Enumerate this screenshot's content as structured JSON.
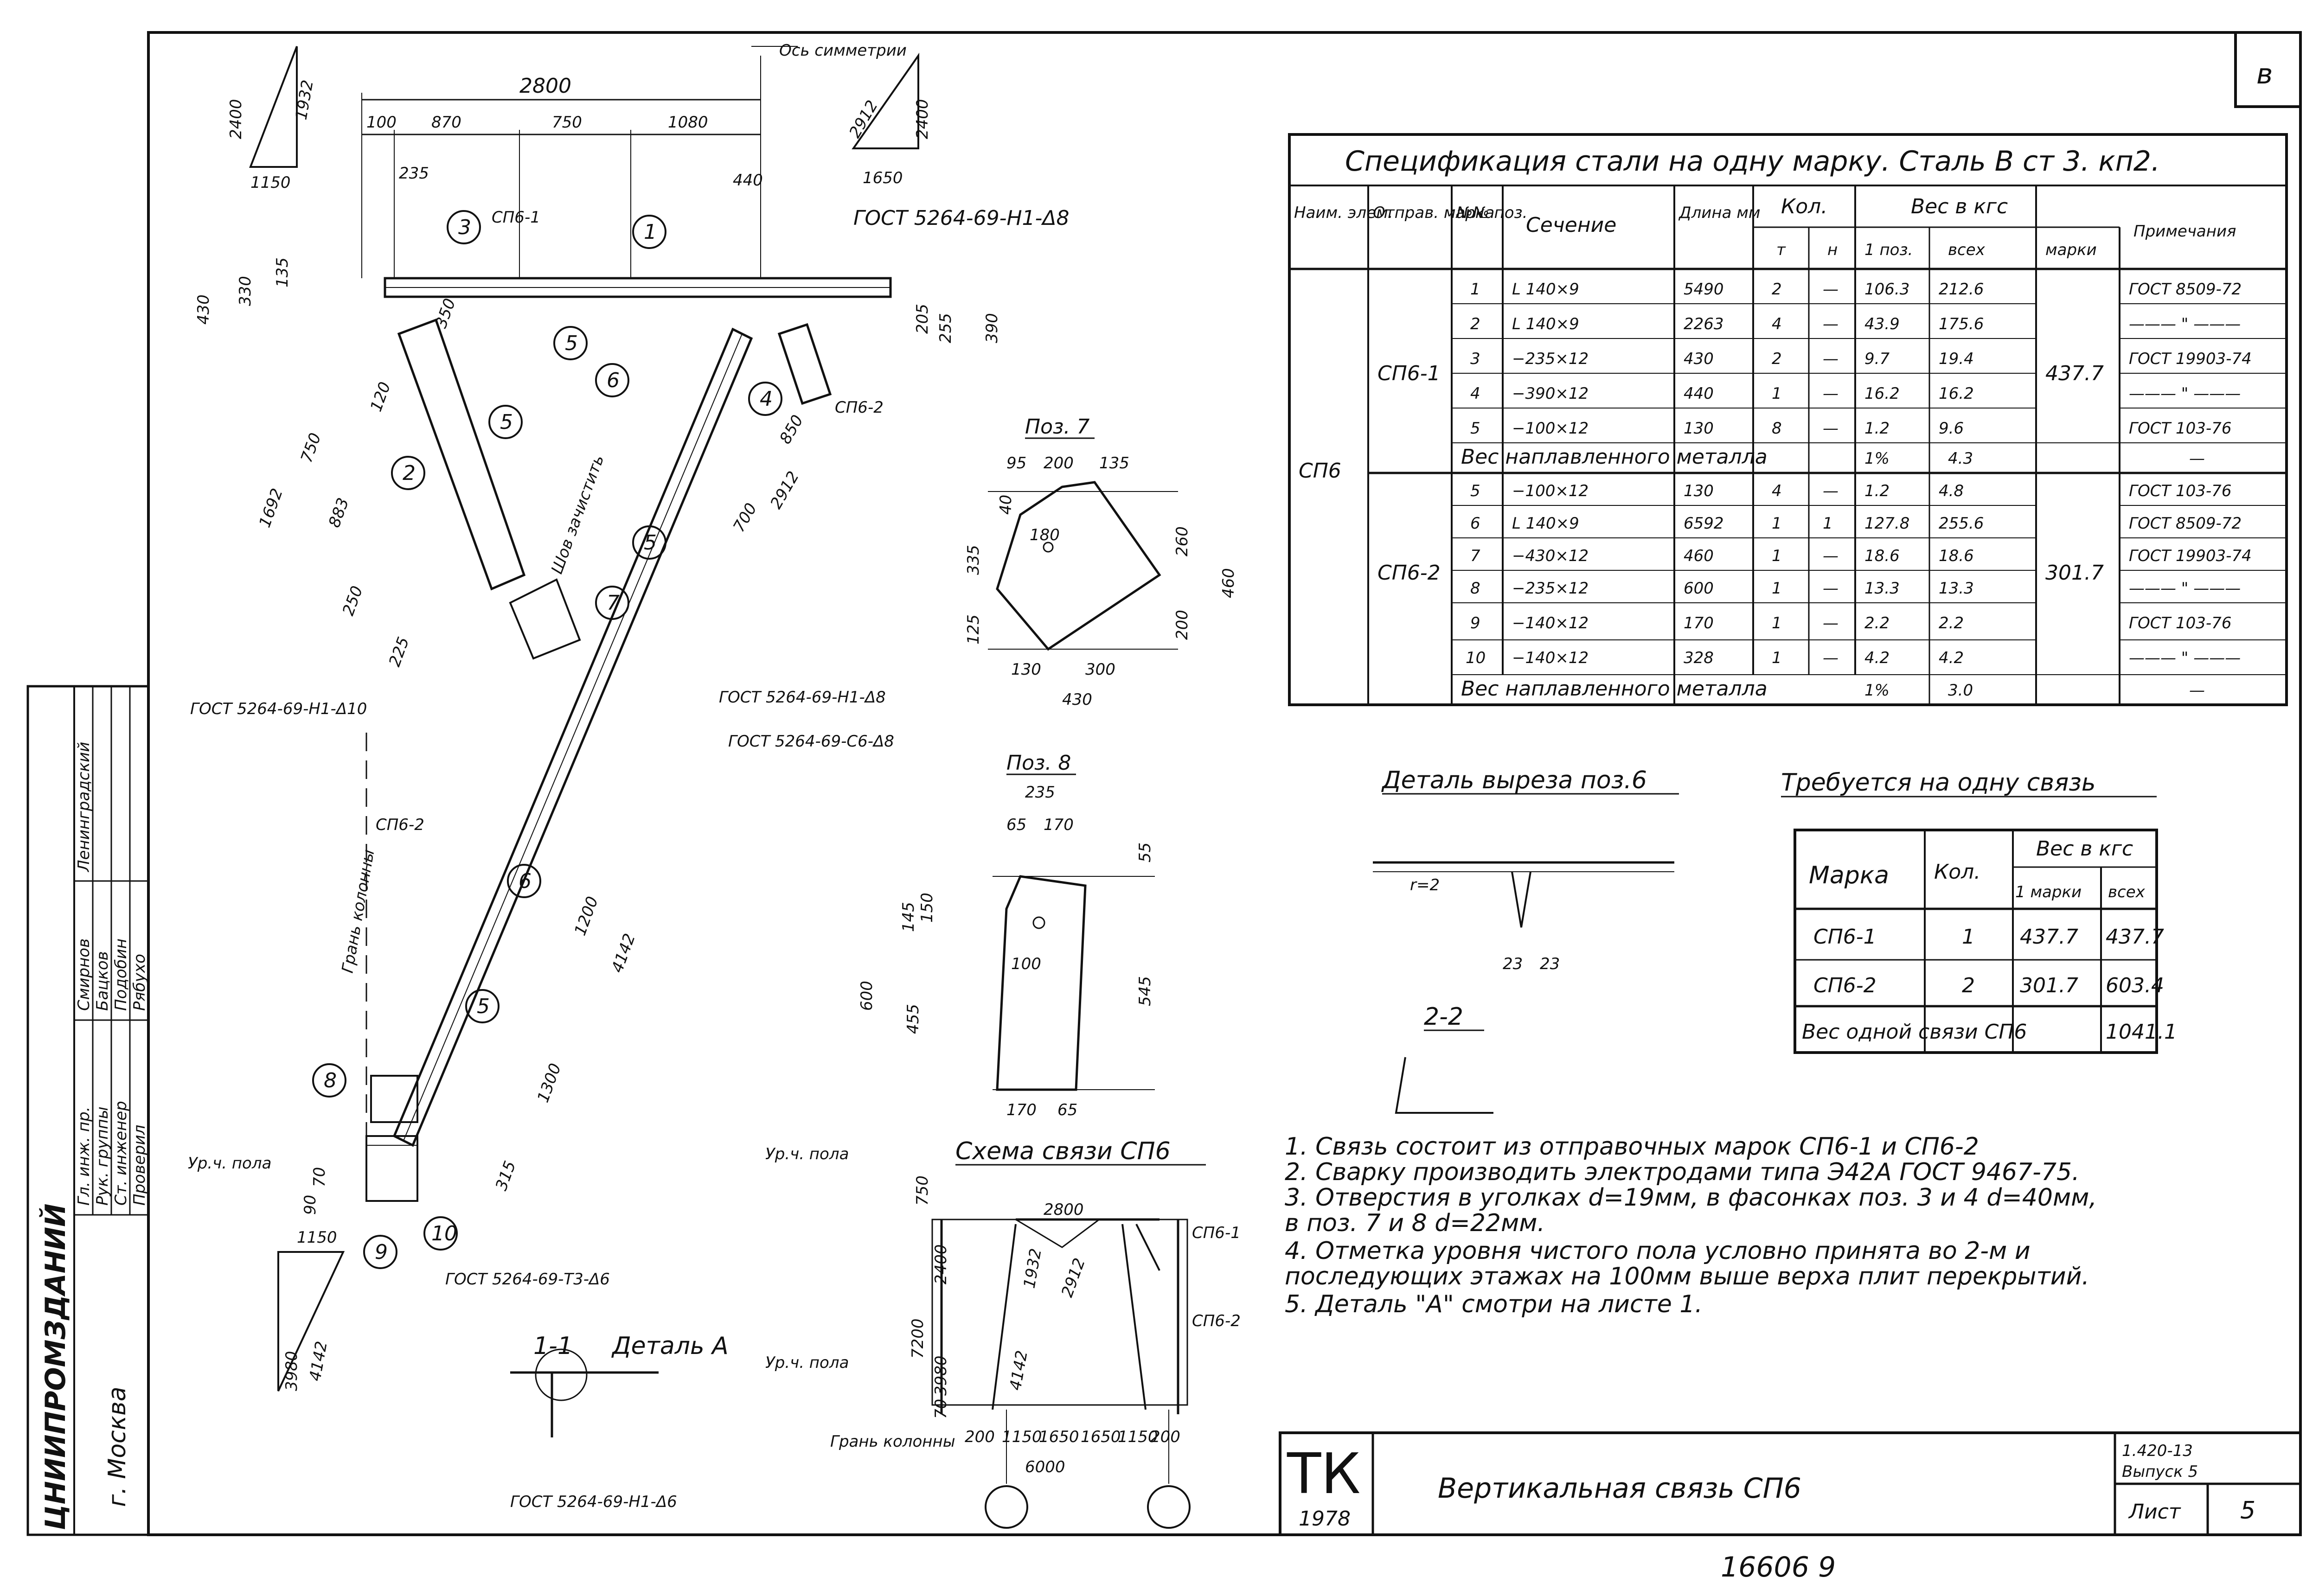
{
  "sheet_letter": "в",
  "spec": {
    "title": "Спецификация стали на одну марку. Сталь В ст 3. кп2.",
    "headers": {
      "elem": "Наим. элем.",
      "mark": "Отправ. марка",
      "pos": "№№ поз.",
      "section": "Сечение",
      "length": "Длина мм",
      "qty": "Кол.",
      "qty_t": "т",
      "qty_n": "н",
      "weight": "Вес в кгс",
      "w_pos": "1 поз.",
      "w_all": "всех",
      "w_mark": "марки",
      "note": "Примечания"
    },
    "element": "СП6",
    "mark1": "СП6-1",
    "mark1_weight": "437.7",
    "mark2": "СП6-2",
    "mark2_weight": "301.7",
    "rows": [
      {
        "pos": "1",
        "section": "L 140×9",
        "length": "5490",
        "t": "2",
        "n": "—",
        "w1": "106.3",
        "wall": "212.6",
        "note": "ГОСТ 8509-72"
      },
      {
        "pos": "2",
        "section": "L 140×9",
        "length": "2263",
        "t": "4",
        "n": "—",
        "w1": "43.9",
        "wall": "175.6",
        "note": "——— \" ———"
      },
      {
        "pos": "3",
        "section": "−235×12",
        "length": "430",
        "t": "2",
        "n": "—",
        "w1": "9.7",
        "wall": "19.4",
        "note": "ГОСТ 19903-74"
      },
      {
        "pos": "4",
        "section": "−390×12",
        "length": "440",
        "t": "1",
        "n": "—",
        "w1": "16.2",
        "wall": "16.2",
        "note": "——— \" ———"
      },
      {
        "pos": "5",
        "section": "−100×12",
        "length": "130",
        "t": "8",
        "n": "—",
        "w1": "1.2",
        "wall": "9.6",
        "note": "ГОСТ 103-76"
      },
      {
        "pos": "5",
        "section": "−100×12",
        "length": "130",
        "t": "4",
        "n": "—",
        "w1": "1.2",
        "wall": "4.8",
        "note": "ГОСТ 103-76"
      },
      {
        "pos": "6",
        "section": "L 140×9",
        "length": "6592",
        "t": "1",
        "n": "1",
        "w1": "127.8",
        "wall": "255.6",
        "note": "ГОСТ 8509-72"
      },
      {
        "pos": "7",
        "section": "−430×12",
        "length": "460",
        "t": "1",
        "n": "—",
        "w1": "18.6",
        "wall": "18.6",
        "note": "ГОСТ 19903-74"
      },
      {
        "pos": "8",
        "section": "−235×12",
        "length": "600",
        "t": "1",
        "n": "—",
        "w1": "13.3",
        "wall": "13.3",
        "note": "——— \" ———"
      },
      {
        "pos": "9",
        "section": "−140×12",
        "length": "170",
        "t": "1",
        "n": "—",
        "w1": "2.2",
        "wall": "2.2",
        "note": "ГОСТ 103-76"
      },
      {
        "pos": "10",
        "section": "−140×12",
        "length": "328",
        "t": "1",
        "n": "—",
        "w1": "4.2",
        "wall": "4.2",
        "note": "——— \" ———"
      }
    ],
    "weld1": {
      "label": "Вес наплавленного металла",
      "pct": "1%",
      "value": "4.3",
      "note": "—"
    },
    "weld2": {
      "label": "Вес наплавленного металла",
      "pct": "1%",
      "value": "3.0",
      "note": "—"
    }
  },
  "required": {
    "title": "Требуется на одну связь",
    "h_mark": "Марка",
    "h_qty": "Кол.",
    "h_weight": "Вес в кгс",
    "h_one": "1 марки",
    "h_all": "всех",
    "rows": [
      {
        "mark": "СП6-1",
        "qty": "1",
        "one": "437.7",
        "all": "437.7"
      },
      {
        "mark": "СП6-2",
        "qty": "2",
        "one": "301.7",
        "all": "603.4"
      }
    ],
    "total_label": "Вес одной связи СП6",
    "total": "1041.1"
  },
  "notes": [
    "1. Связь состоит из отправочных марок СП6-1 и СП6-2",
    "2. Сварку производить электродами типа Э42А ГОСТ 9467-75.",
    "3. Отверстия в уголках d=19мм, в фасонках поз. 3 и 4 d=40мм,",
    "   в поз. 7 и 8 d=22мм.",
    "4. Отметка уровня чистого пола условно принята во 2-м и",
    "   последующих этажах на 100мм выше верха плит перекрытий.",
    "5. Деталь \"А\" смотри на листе 1."
  ],
  "title_block": {
    "logo": "ТК",
    "year": "1978",
    "title": "Вертикальная связь СП6",
    "series": "1.420-13",
    "issue": "Выпуск 5",
    "sheet_label": "Лист",
    "sheet_no": "5"
  },
  "bottom_stamp": "16606 9",
  "left_block": {
    "org": "ЦНИИПРОМЗДАНИЙ",
    "city": "г. Москва",
    "roles": [
      "Гл. инж. пр.",
      "Рук. группы",
      "Ст. инженер",
      "Проверил"
    ],
    "names": [
      "Смирнов",
      "Бацков",
      "Подобин",
      "Рябухо"
    ],
    "dept": "Ленинградский"
  },
  "detail_titles": {
    "poz7": "Поз. 7",
    "poz8": "Поз. 8",
    "cut": "Деталь выреза поз.6",
    "scheme": "Схема связи СП6",
    "sec11": "1-1",
    "detA": "Деталь А",
    "sec22": "2-2"
  },
  "labels": {
    "axis_sym": "Ось симметрии",
    "gost_top": "ГОСТ 5264-69-Н1-Δ8",
    "gost_l1": "ГОСТ 5264-69-Н1-Δ10",
    "gost_m1": "ГОСТ 5264-69-Н1-Δ8",
    "gost_m2": "ГОСТ 5264-69-С6-Δ8",
    "gost_bot": "ГОСТ 5264-69-Т3-Δ6",
    "gost_11": "ГОСТ 5264-69-Н1-Δ6",
    "col_face": "Грань колонны",
    "floor": "Ур.ч. пола",
    "seam": "Шов зачистить",
    "sp61": "СП6-1",
    "sp62": "СП6-2",
    "sp62b": "СП6-2"
  },
  "dims_main": {
    "top_total": "2800",
    "d100": "100",
    "d870": "870",
    "d750": "750",
    "d1080": "1080",
    "d235": "235",
    "d440": "440",
    "d2400a": "2400",
    "d1150a": "1150",
    "d1932": "1932",
    "d2912": "2912",
    "d2400b": "2400",
    "d1650": "1650",
    "d430": "430",
    "d330": "330",
    "d135": "135",
    "d120": "120",
    "d350": "350",
    "d750v": "750",
    "d883": "883",
    "d1692": "1692",
    "d250": "250",
    "d225": "225",
    "d205": "205",
    "d255": "255",
    "d390": "390",
    "d850": "850",
    "d700": "700",
    "d2912b": "2912",
    "d1200": "1200",
    "d4142": "4142",
    "d1300": "1300",
    "d315": "315",
    "d70": "70",
    "d90": "90",
    "d3980": "3980",
    "d4142b": "4142",
    "d1150b": "1150"
  },
  "poz7_dims": {
    "d95": "95",
    "d200": "200",
    "d135": "135",
    "d335": "335",
    "d125": "125",
    "d180": "180",
    "d260": "260",
    "d200v": "200",
    "d460": "460",
    "d130": "130",
    "d300": "300",
    "d430": "430",
    "d40": "40"
  },
  "poz8_dims": {
    "d235": "235",
    "d65": "65",
    "d170": "170",
    "d145": "145",
    "d150": "150",
    "d455": "455",
    "d600": "600",
    "d100": "100",
    "d545": "545",
    "d55": "55",
    "d170b": "170",
    "d65b": "65"
  },
  "scheme_dims": {
    "d2800": "2800",
    "d7200": "7200",
    "d2400": "2400",
    "d3980": "3980",
    "d70": "70",
    "d1932": "1932",
    "d2912": "2912",
    "d4142": "4142",
    "d6000": "6000",
    "b200a": "200",
    "b1150a": "1150",
    "b1650a": "1650",
    "b1650b": "1650",
    "b1150b": "1150",
    "b200b": "200",
    "d750": "750"
  }
}
